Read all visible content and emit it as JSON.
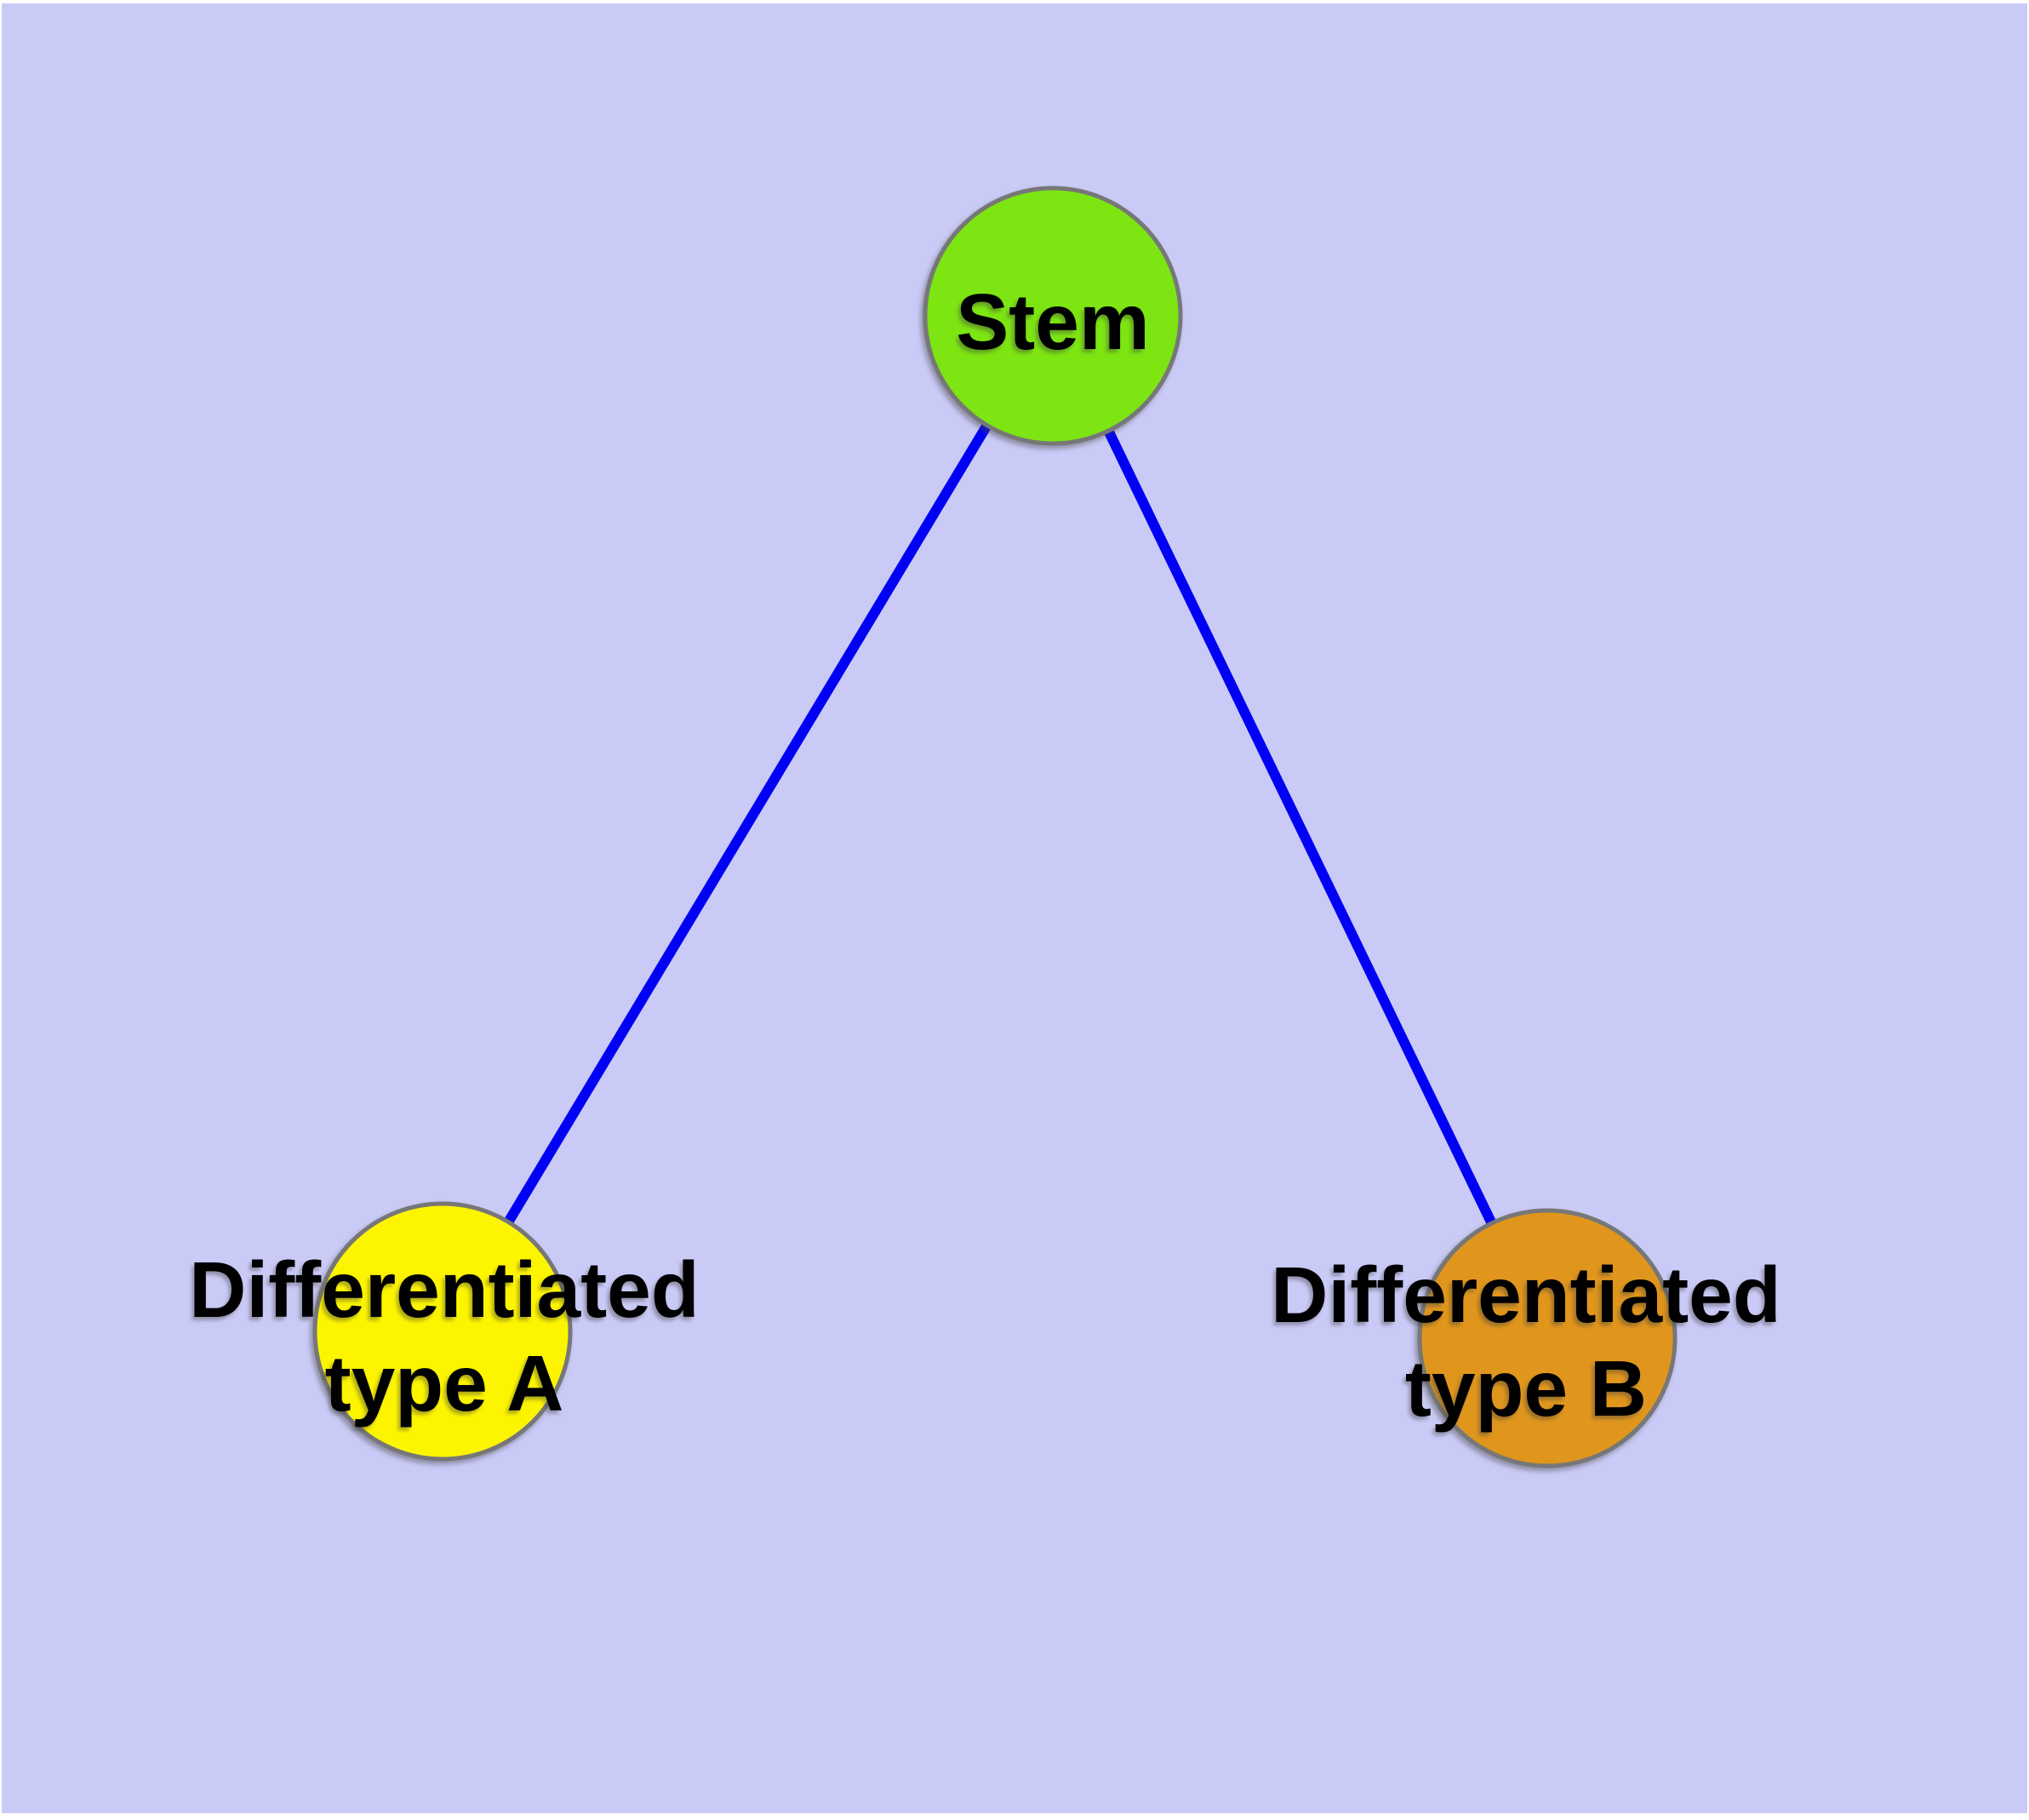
{
  "diagram": {
    "title": "Stem cell differentiation diagram",
    "background_color": "#cacaf7",
    "edge_color": "#0000f5",
    "node_border_color": "#777777",
    "label_color": "#000000",
    "nodes": {
      "stem": {
        "label": "Stem",
        "fill": "#7de512"
      },
      "type_a": {
        "label": "Differentiated type A",
        "label_lines": [
          "Differentiated",
          "type A"
        ],
        "fill": "#fdf500"
      },
      "type_b": {
        "label": "Differentiated type B",
        "label_lines": [
          "Differentiated",
          "type B"
        ],
        "fill": "#e0961d"
      }
    },
    "edges": [
      {
        "from": "Stem",
        "to": "Differentiated type A"
      },
      {
        "from": "Stem",
        "to": "Differentiated type B"
      }
    ]
  }
}
